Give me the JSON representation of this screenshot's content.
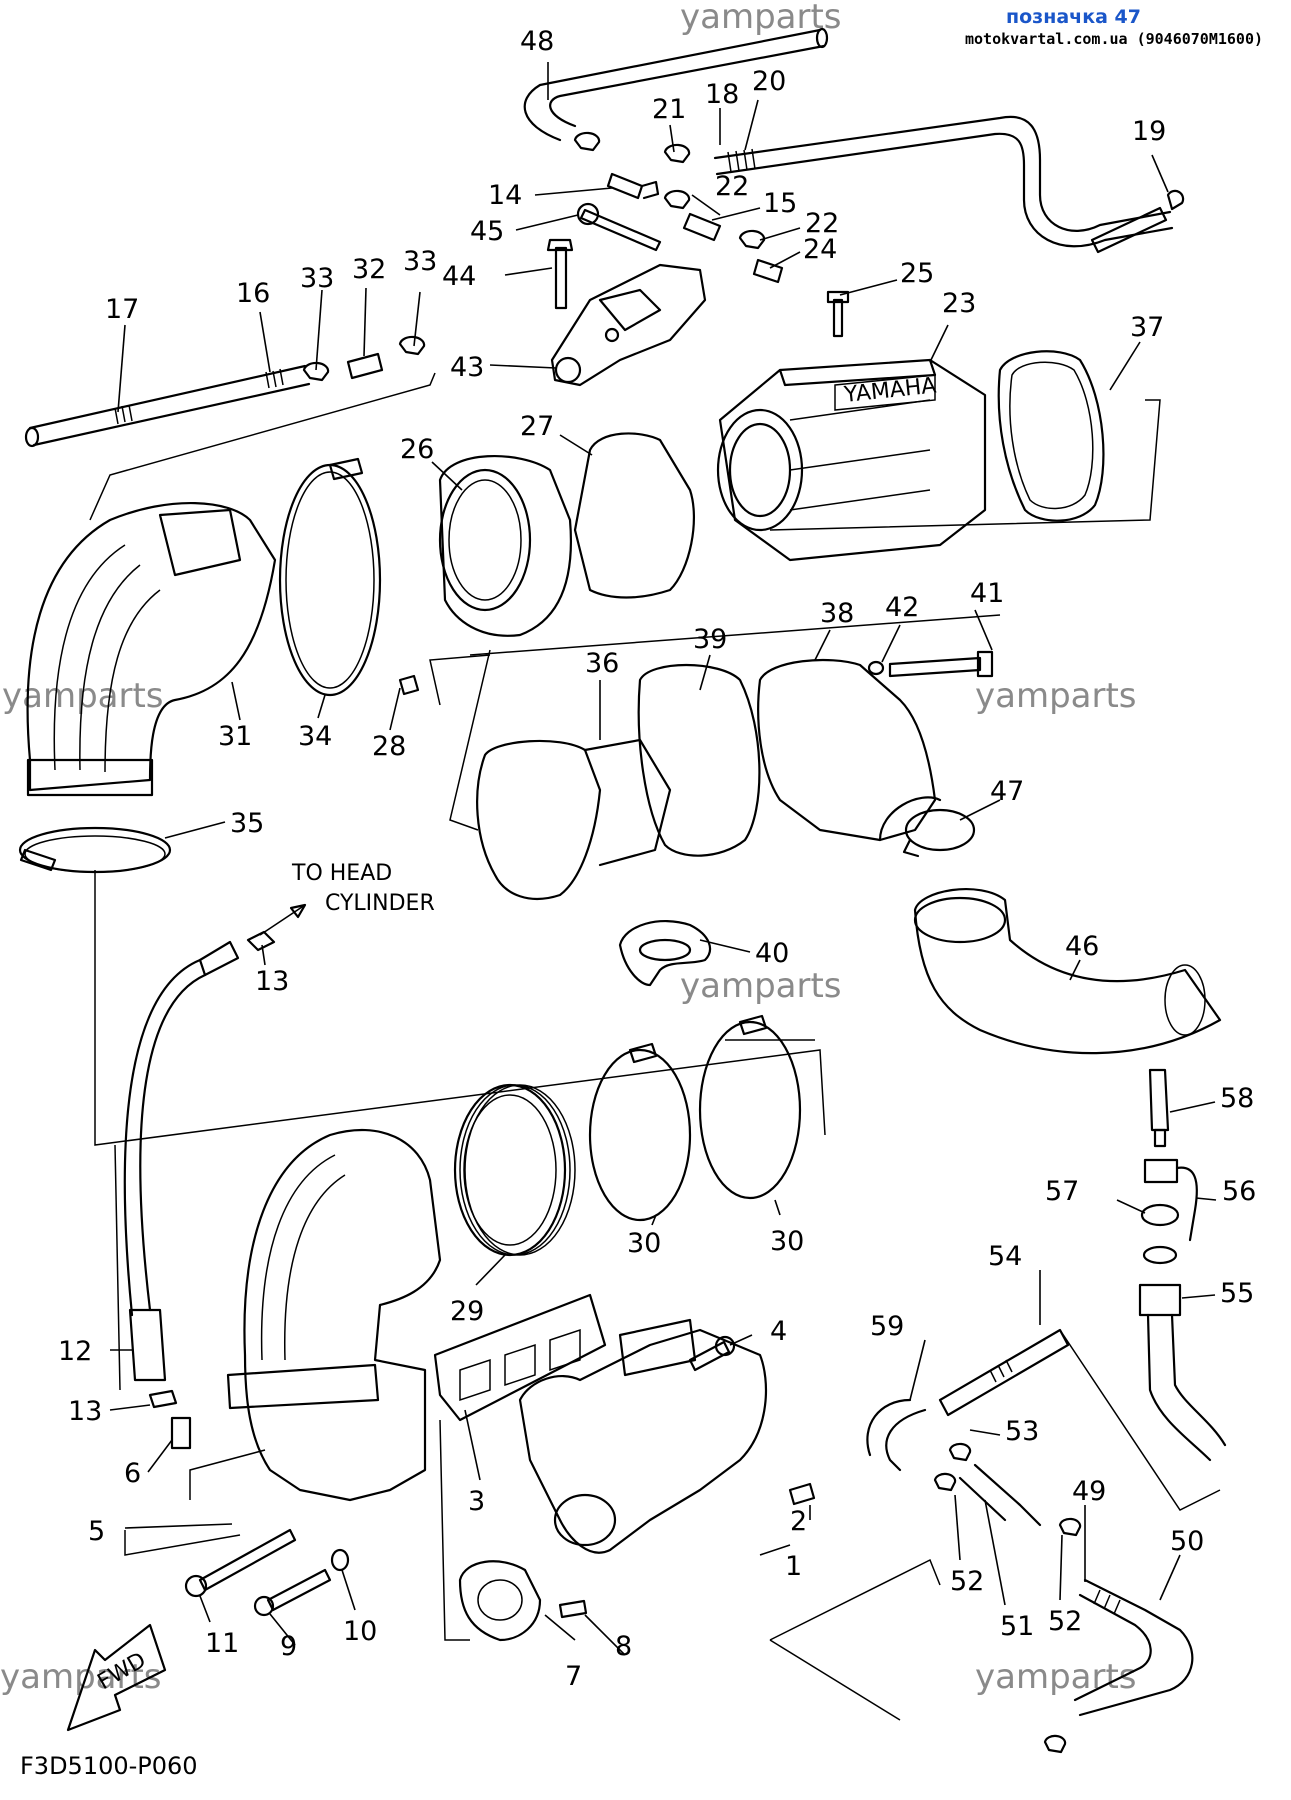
{
  "header": {
    "title": "позначка 47",
    "subtitle": "motokvartal.com.ua (9046070M1600)"
  },
  "watermark": "yamparts",
  "diagram_code": "F3D5100-P060",
  "note": {
    "line1": "TO HEAD",
    "line2": "CYLINDER"
  },
  "fwd_label": "FWD",
  "brand_text": "YAMAHA",
  "part_numbers": [
    "48",
    "21",
    "18",
    "20",
    "19",
    "14",
    "22",
    "15",
    "45",
    "22",
    "24",
    "44",
    "25",
    "23",
    "17",
    "16",
    "33",
    "32",
    "33",
    "43",
    "37",
    "27",
    "26",
    "31",
    "34",
    "28",
    "36",
    "39",
    "38",
    "42",
    "41",
    "47",
    "35",
    "13",
    "40",
    "46",
    "58",
    "57",
    "56",
    "55",
    "29",
    "30",
    "30",
    "54",
    "4",
    "12",
    "13",
    "6",
    "5",
    "3",
    "59",
    "53",
    "2",
    "11",
    "9",
    "10",
    "8",
    "7",
    "1",
    "52",
    "51",
    "52",
    "49",
    "50"
  ]
}
